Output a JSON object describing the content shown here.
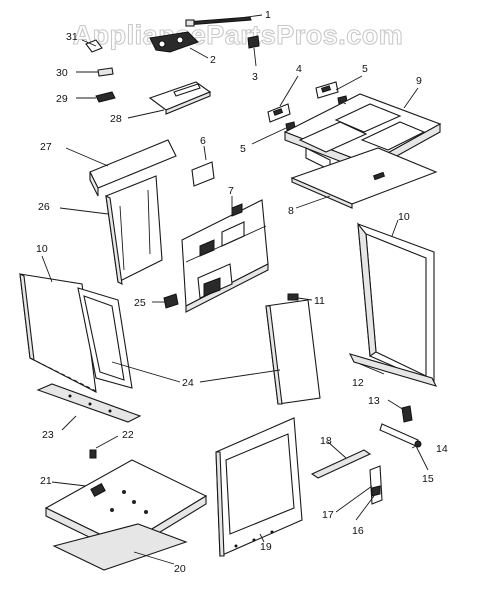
{
  "watermark": "AppliancePartsPros.com",
  "callouts": {
    "p1": "1",
    "p2": "2",
    "p3": "3",
    "p4": "4",
    "p5a": "5",
    "p5b": "5",
    "p6": "6",
    "p7": "7",
    "p8": "8",
    "p9": "9",
    "p10a": "10",
    "p10b": "10",
    "p11": "11",
    "p12": "12",
    "p13": "13",
    "p14": "14",
    "p15": "15",
    "p16": "16",
    "p17": "17",
    "p18": "18",
    "p19": "19",
    "p20": "20",
    "p21": "21",
    "p22": "22",
    "p23": "23",
    "p24": "24",
    "p25": "25",
    "p26": "26",
    "p27": "27",
    "p28": "28",
    "p29": "29",
    "p30": "30",
    "p31": "31"
  }
}
